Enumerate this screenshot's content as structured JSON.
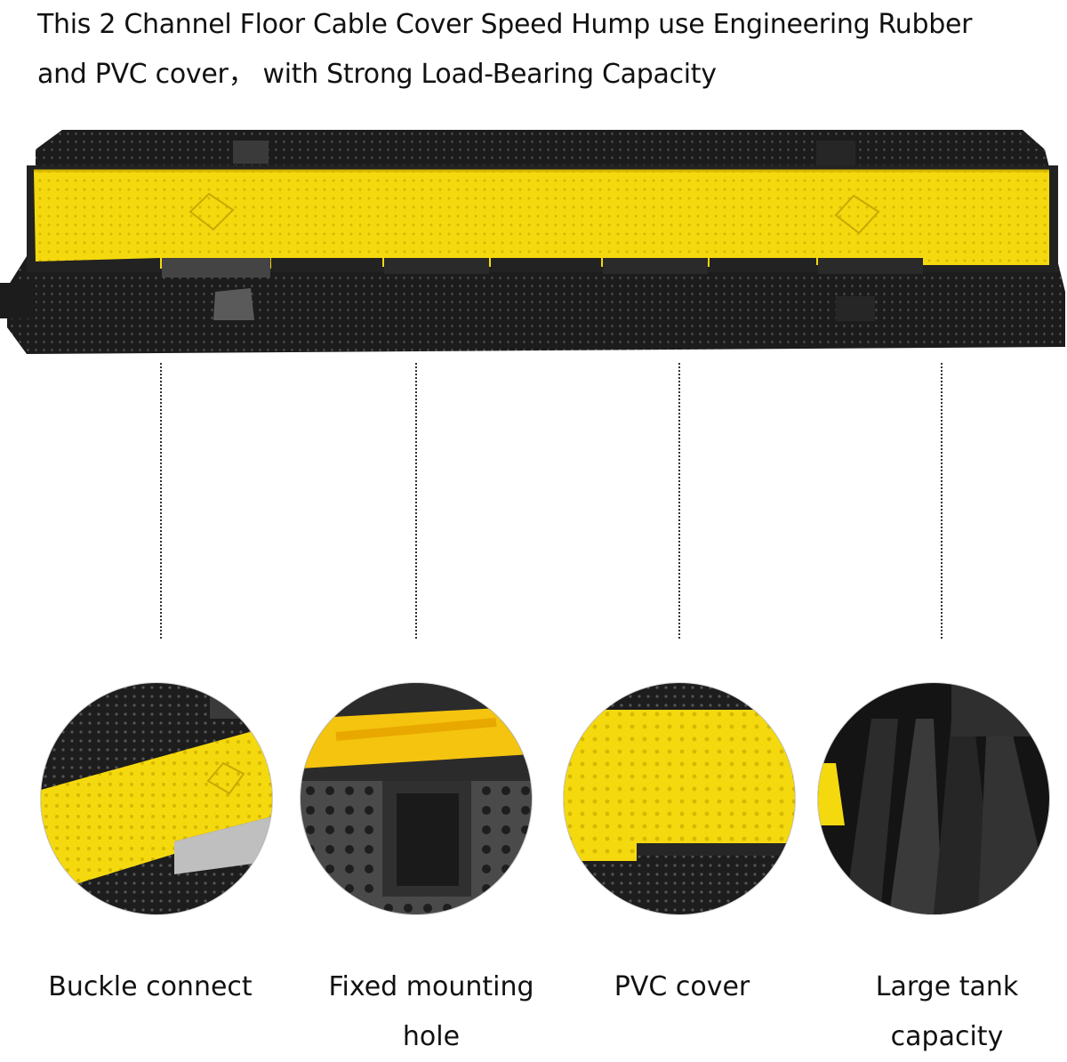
{
  "headline": {
    "line1": "This 2 Channel Floor Cable Cover Speed Hump use Engineering Rubber",
    "line2": "and PVC cover，  with Strong Load-Bearing Capacity"
  },
  "features": [
    {
      "label_line1": "Buckle connect",
      "label_line2": ""
    },
    {
      "label_line1": "Fixed mounting",
      "label_line2": "hole"
    },
    {
      "label_line1": "PVC cover",
      "label_line2": ""
    },
    {
      "label_line1": "Large tank",
      "label_line2": "capacity"
    }
  ],
  "colors": {
    "rubber": "#1c1c1c",
    "rubber_light": "#2e2e2e",
    "cover": "#f5d90f",
    "cover_shadow": "#d6b800",
    "text": "#111111",
    "leader": "#333333"
  },
  "icons": {
    "product": "cable-protector-photo",
    "detail_1": "buckle-closeup",
    "detail_2": "mounting-hole-closeup",
    "detail_3": "pvc-cover-closeup",
    "detail_4": "channel-closeup"
  }
}
